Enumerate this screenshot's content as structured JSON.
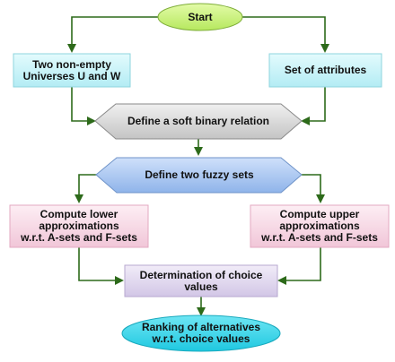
{
  "nodes": {
    "start": "Start",
    "universes": "Two non-empty\nUniverses U and W",
    "attributes": "Set of attributes",
    "soft_relation": "Define a soft binary relation",
    "fuzzy_sets": "Define two fuzzy sets",
    "lower": "Compute lower\napproximations\nw.r.t. A-sets and F-sets",
    "upper": "Compute upper\napproximations\nw.r.t. A-sets and F-sets",
    "choice": "Determination of choice\nvalues",
    "ranking": "Ranking of alternatives\nw.r.t. choice values"
  },
  "colors": {
    "arrow": "#2d6a1a",
    "start_fill": "#c8f07a",
    "cyan_fill": "#c9f3f8",
    "gray_fill": "#d8d8d8",
    "blue_fill": "#a9c8f0",
    "pink_fill": "#f7d9e6",
    "lavender_fill": "#e1d8ee",
    "ellipse_fill": "#33d6ea"
  }
}
